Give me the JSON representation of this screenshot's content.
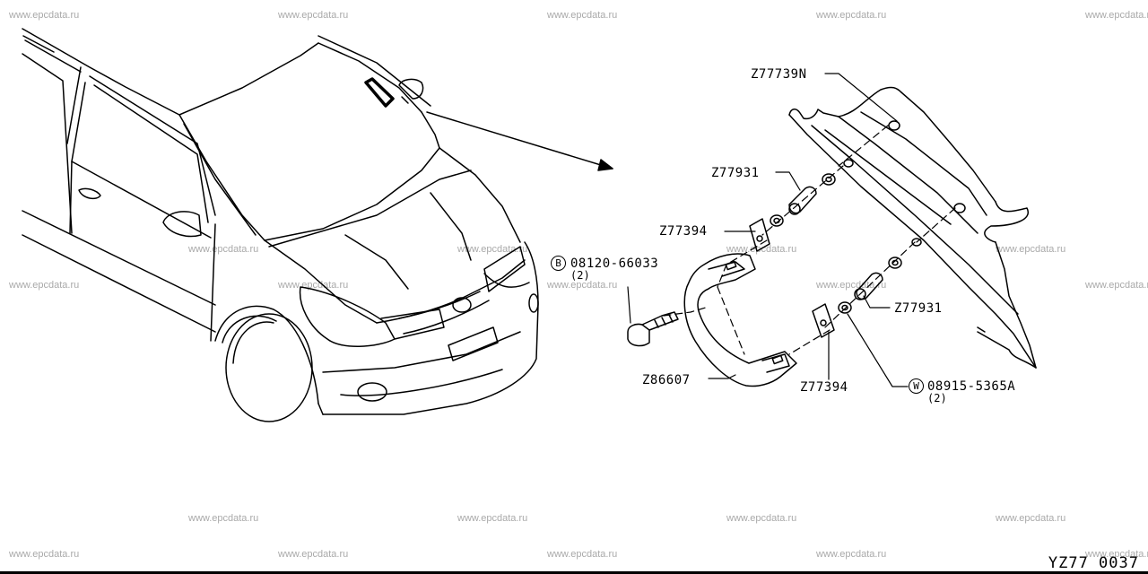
{
  "watermark": "www.epcdata.ru",
  "diagram_code": "YZ77 0037",
  "callouts": {
    "cover_panel": "Z77739N",
    "bracket_upper": "Z77931",
    "bracket_lower": "Z77931",
    "clip_upper": "Z77394",
    "clip_lower": "Z77394",
    "bolt": {
      "symbol": "B",
      "number": "08120-66033",
      "qty": "(2)"
    },
    "grip": "Z86607",
    "washer": {
      "symbol": "W",
      "number": "08915-5365A",
      "qty": "(2)"
    }
  }
}
